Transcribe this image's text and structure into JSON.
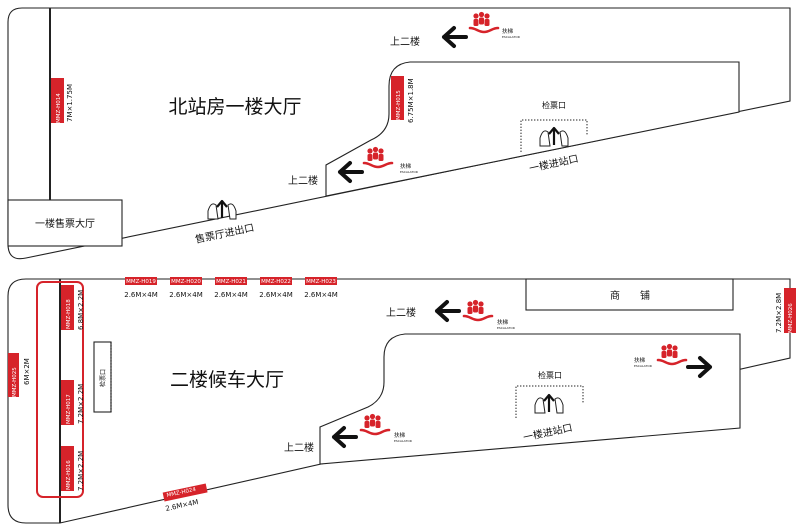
{
  "colors": {
    "accent": "#d6232a",
    "line": "#222222",
    "text": "#111111",
    "background": "#ffffff"
  },
  "icons": {
    "escalator": "escalator-icon",
    "gate": "gate-icon",
    "arrow": "arrow-icon"
  },
  "floor1": {
    "hall_title": "北站房一楼大厅",
    "ticket_hall": "一楼售票大厅",
    "up_label_a": "上二楼",
    "up_label_b": "上二楼",
    "escalator_a": "扶梯",
    "escalator_a_sub": "ESCALATOR",
    "escalator_b": "扶梯",
    "escalator_b_sub": "ESCALATOR",
    "ticket_check": "检票口",
    "entrance": "一楼进站口",
    "ticket_hall_exit": "售票厅进出口",
    "ad_h014_code": "MMZ-H014",
    "ad_h014_size": "7M×1.75M",
    "ad_h015_code": "MMZ-H015",
    "ad_h015_size": "6.75M×1.8M"
  },
  "floor2": {
    "hall_title": "二楼候车大厅",
    "shops": "商　　铺",
    "up_label_a": "上二楼",
    "up_label_b": "上二楼",
    "escalator_a": "扶梯",
    "escalator_a_sub": "ESCALATOR",
    "escalator_b": "扶梯",
    "escalator_b_sub": "ESCALATOR",
    "escalator_c": "扶梯",
    "escalator_c_sub": "ESCALATOR",
    "ticket_check": "检票口",
    "side_ticket_check": "检票口",
    "entrance": "一楼进站口",
    "top_ads": [
      {
        "code": "MMZ-H019",
        "size": "2.6M×4M"
      },
      {
        "code": "MMZ-H020",
        "size": "2.6M×4M"
      },
      {
        "code": "MMZ-H021",
        "size": "2.6M×4M"
      },
      {
        "code": "MMZ-H022",
        "size": "2.6M×4M"
      },
      {
        "code": "MMZ-H023",
        "size": "2.6M×4M"
      }
    ],
    "ad_h018_code": "MMZ-H018",
    "ad_h018_size": "6.8M×2.2M",
    "ad_h017_code": "MMZ-H017",
    "ad_h017_size": "7.2M×2.2M",
    "ad_h016_code": "MMZ-H016",
    "ad_h016_size": "7.2M×2.2M",
    "ad_h025_code": "MMZ-H025",
    "ad_h025_size": "6M×2M",
    "ad_h024_code": "MMZ-H024",
    "ad_h024_size": "2.6M×4M",
    "ad_h026_code": "MMZ-H026",
    "ad_h026_size": "7.2M×2.8M"
  }
}
